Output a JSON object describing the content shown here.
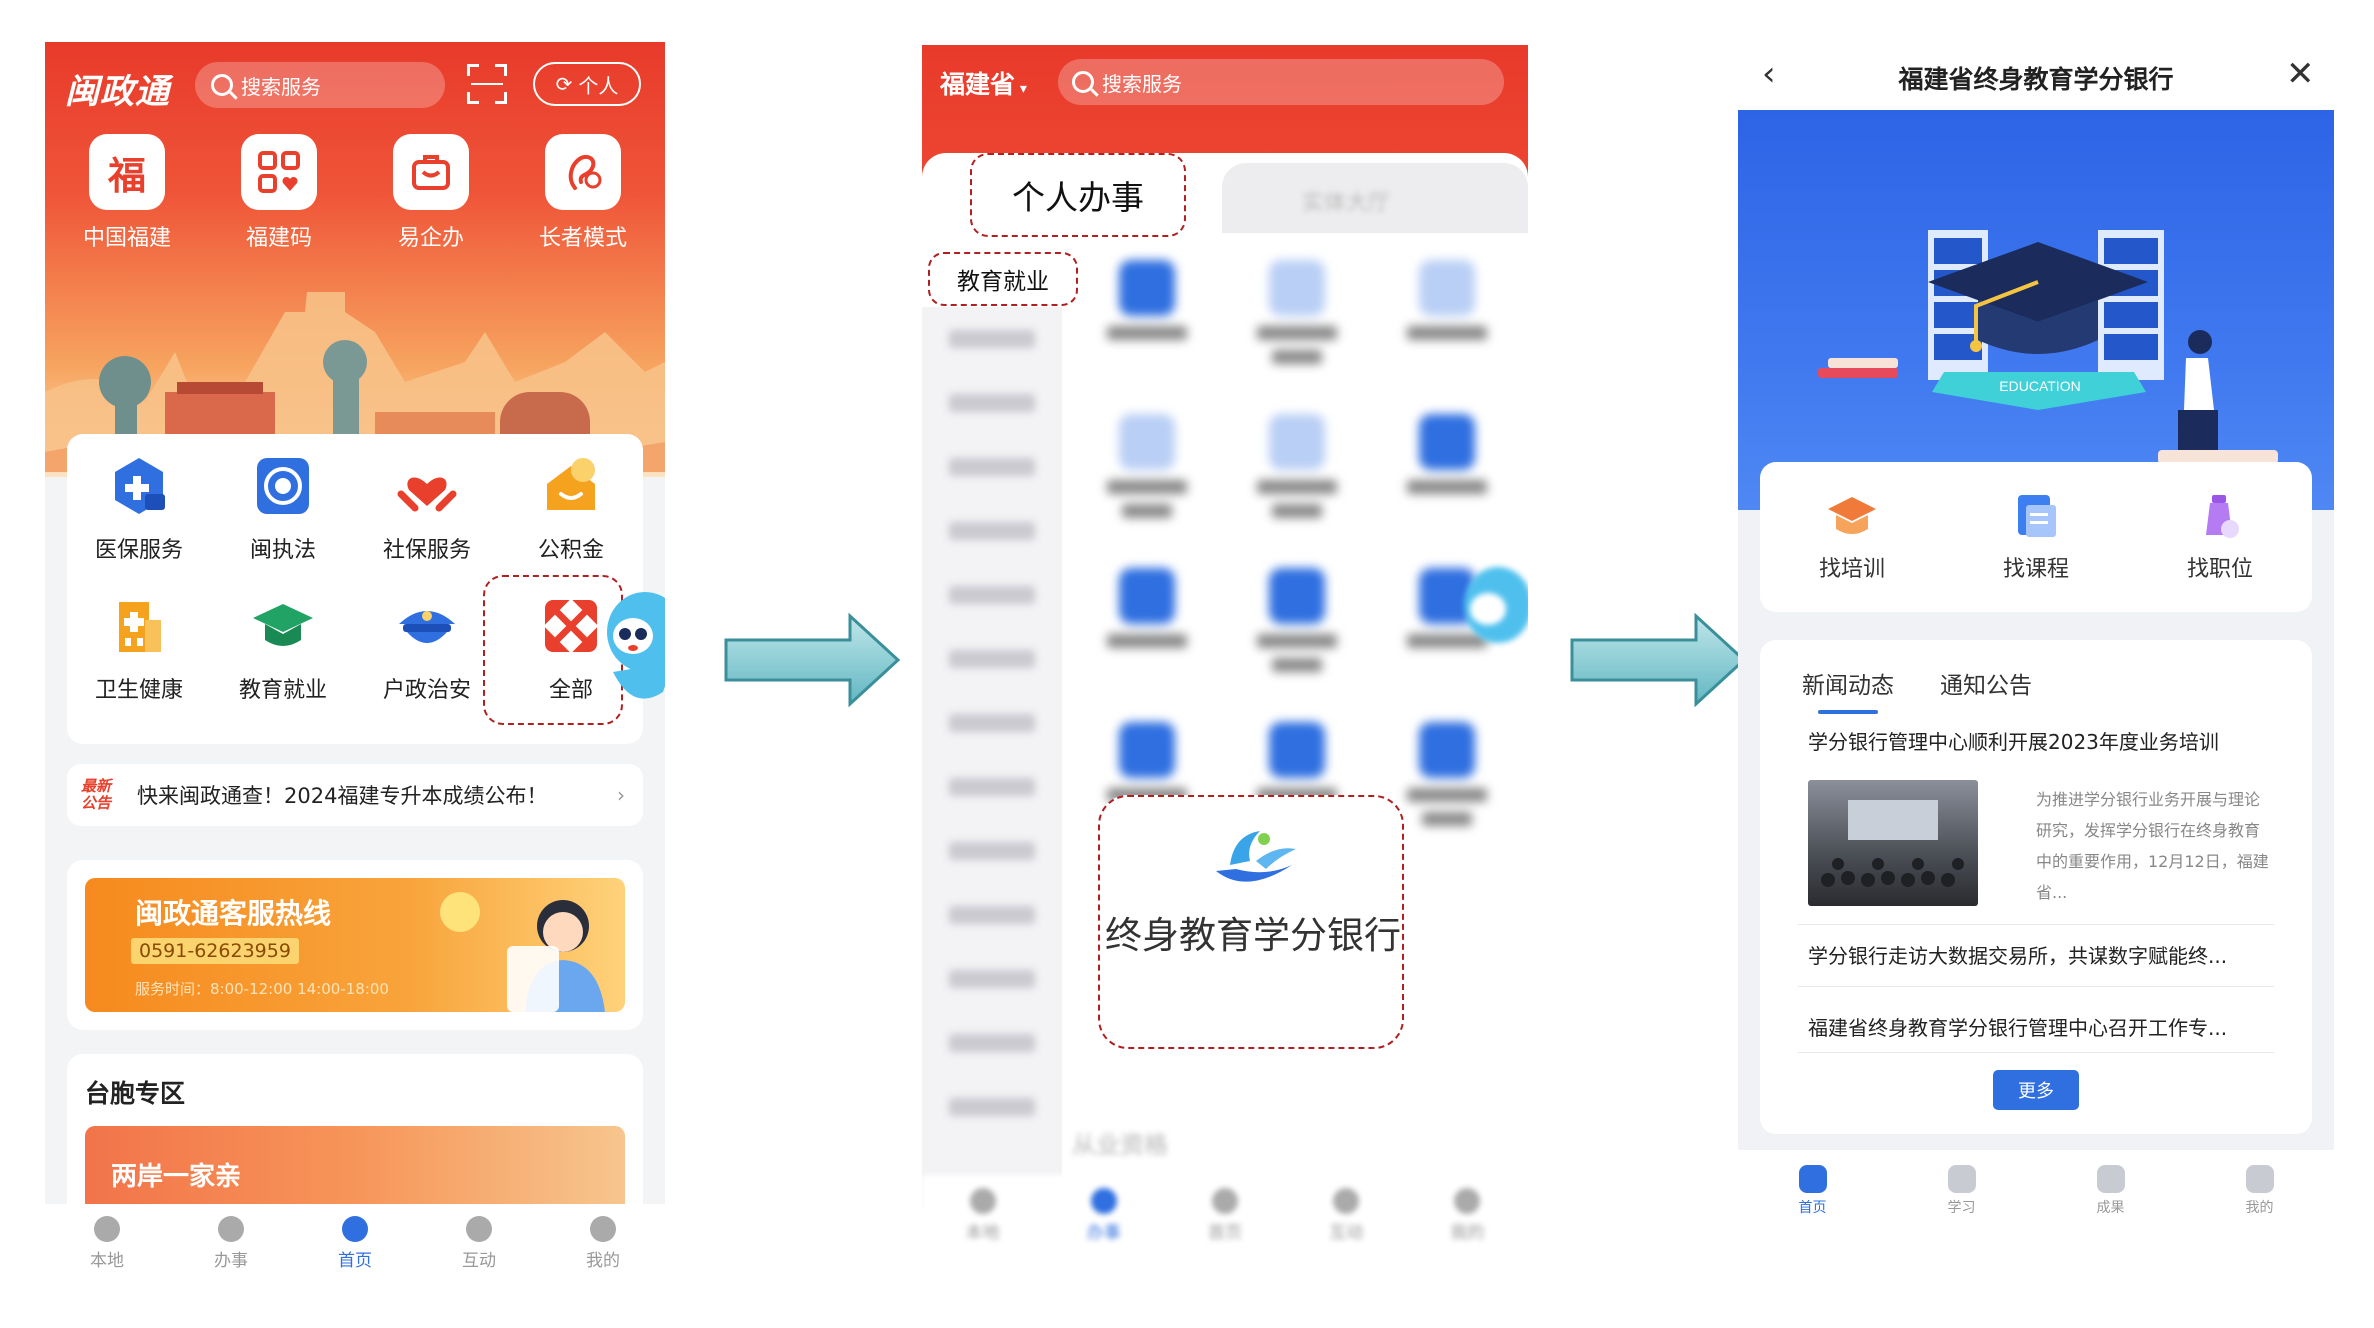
{
  "phone1": {
    "logo": "闽政通",
    "search_placeholder": "搜索服务",
    "mode_label": "个人",
    "top_items": [
      {
        "label": "中国福建",
        "icon": "fujian-emblem-icon"
      },
      {
        "label": "福建码",
        "icon": "qr-code-icon"
      },
      {
        "label": "易企办",
        "icon": "briefcase-icon"
      },
      {
        "label": "长者模式",
        "icon": "elder-icon"
      }
    ],
    "services": [
      {
        "label": "医保服务",
        "icon": "medical-insurance-icon",
        "color": "#2f6fe0"
      },
      {
        "label": "闽执法",
        "icon": "law-enforcement-icon",
        "color": "#2f6fe0"
      },
      {
        "label": "社保服务",
        "icon": "social-security-icon",
        "color": "#e8402c"
      },
      {
        "label": "公积金",
        "icon": "housing-fund-icon",
        "color": "#f5a21e"
      },
      {
        "label": "卫生健康",
        "icon": "health-icon",
        "color": "#f5a21e"
      },
      {
        "label": "教育就业",
        "icon": "education-icon",
        "color": "#21a366"
      },
      {
        "label": "户政治安",
        "icon": "police-icon",
        "color": "#2f6fe0"
      },
      {
        "label": "全部",
        "icon": "all-services-icon",
        "color": "#e8402c"
      }
    ],
    "notice_tag": "最新公告",
    "notice_text": "快来闽政通查！2024福建专升本成绩公布！",
    "hotline": {
      "title": "闽政通客服热线",
      "phone": "0591-62623959",
      "hours": "服务时间：8:00-12:00 14:00-18:00"
    },
    "taiwan": {
      "title": "台胞专区",
      "banner_text": "两岸一家亲"
    },
    "tabs": [
      "本地",
      "办事",
      "首页",
      "互动",
      "我的"
    ],
    "active_tab": 2
  },
  "phone2": {
    "province": "福建省",
    "search_placeholder": "搜索服务",
    "tab_personal": "个人办事",
    "tab_hall": "实体大厅",
    "category_selected": "教育就业",
    "highlight_service": "终身教育学分银行",
    "section_more": "从业资格",
    "tabs": [
      "本地",
      "办事",
      "首页",
      "互动",
      "我的"
    ]
  },
  "phone3": {
    "title": "福建省终身教育学分银行",
    "hero_badge": "EDUCATION",
    "quick": [
      {
        "label": "找培训",
        "icon": "training-hat-icon"
      },
      {
        "label": "找课程",
        "icon": "course-book-icon"
      },
      {
        "label": "找职位",
        "icon": "job-bottle-icon"
      }
    ],
    "news_tabs": [
      "新闻动态",
      "通知公告"
    ],
    "news_items": [
      "学分银行管理中心顺利开展2023年度业务培训",
      "学分银行走访大数据交易所，共谋数字赋能终...",
      "福建省终身教育学分银行管理中心召开工作专..."
    ],
    "excerpt": "为推进学分银行业务开展与理论研究，发挥学分银行在终身教育中的重要作用，12月12日，福建省...",
    "more_label": "更多",
    "tabs": [
      "首页",
      "学习",
      "成果",
      "我的"
    ]
  }
}
